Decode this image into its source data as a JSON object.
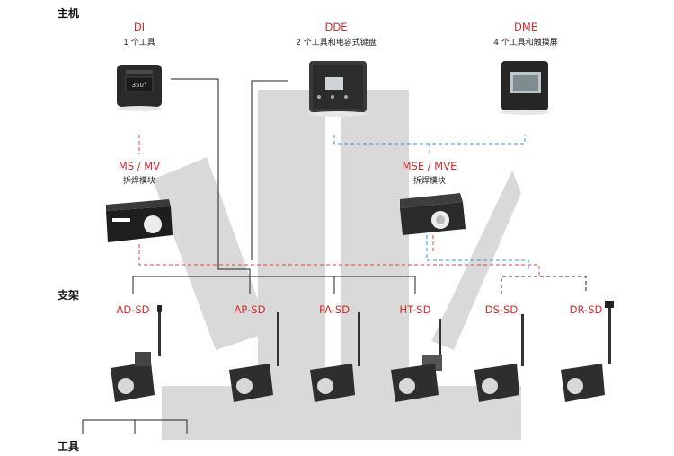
{
  "sections": {
    "main_unit": "主机",
    "stands": "支架",
    "tools": "工具"
  },
  "stations": [
    {
      "id": "di",
      "name": "DI",
      "desc": "1 个工具"
    },
    {
      "id": "dde",
      "name": "DDE",
      "desc": "2 个工具和电容式键盘"
    },
    {
      "id": "dme",
      "name": "DME",
      "desc": "4 个工具和触摸屏"
    }
  ],
  "modules": [
    {
      "id": "ms",
      "name": "MS / MV",
      "desc": "拆焊模块"
    },
    {
      "id": "mse",
      "name": "MSE / MVE",
      "desc": "拆焊模块"
    }
  ],
  "stands": [
    {
      "id": "ad",
      "name": "AD-SD"
    },
    {
      "id": "ap",
      "name": "AP-SD"
    },
    {
      "id": "pa",
      "name": "PA-SD"
    },
    {
      "id": "ht",
      "name": "HT-SD"
    },
    {
      "id": "ds",
      "name": "DS-SD"
    },
    {
      "id": "dr",
      "name": "DR-SD"
    }
  ],
  "display_readout": "350°",
  "colors": {
    "red_dash": "#e04040",
    "blue_dash": "#2f95cc",
    "black_line": "#222222",
    "watermark": "#d8d8d8"
  }
}
